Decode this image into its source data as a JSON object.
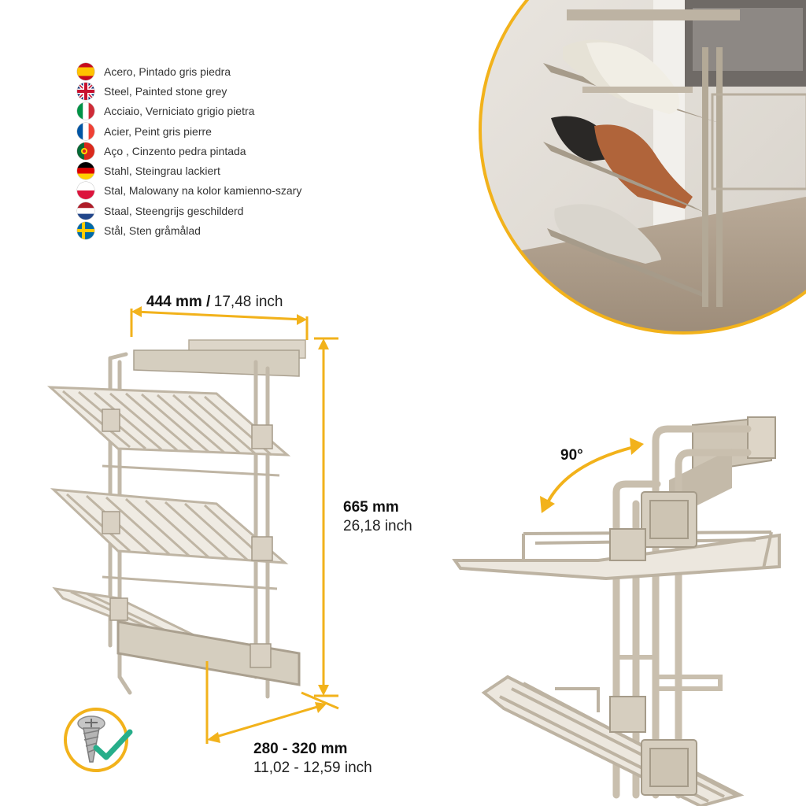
{
  "languages": [
    {
      "flag": "spain-flag-icon",
      "text": "Acero, Pintado gris piedra"
    },
    {
      "flag": "uk-flag-icon",
      "text": "Steel, Painted stone grey"
    },
    {
      "flag": "italy-flag-icon",
      "text": "Acciaio, Verniciato grigio pietra"
    },
    {
      "flag": "france-flag-icon",
      "text": "Acier, Peint gris pierre"
    },
    {
      "flag": "portugal-flag-icon",
      "text": "Aço , Cinzento pedra pintada"
    },
    {
      "flag": "germany-flag-icon",
      "text": "Stahl, Steingrau lackiert"
    },
    {
      "flag": "poland-flag-icon",
      "text": "Stal, Malowany na kolor kamienno-szary"
    },
    {
      "flag": "netherlands-flag-icon",
      "text": "Staal, Steengrijs geschilderd"
    },
    {
      "flag": "sweden-flag-icon",
      "text": "Stål, Sten gråmålad"
    }
  ],
  "dimensions": {
    "width_mm": "444 mm /",
    "width_inch": "17,48 inch",
    "height_mm": "665 mm",
    "height_inch": "26,18 inch",
    "depth_mm": "280 - 320 mm",
    "depth_inch": "11,02 - 12,59 inch",
    "rotation": "90°"
  },
  "colors": {
    "accent": "#f2b21b",
    "metal": "#cfc6b6",
    "metal_dark": "#a89e8c",
    "check": "#27ae8a"
  }
}
